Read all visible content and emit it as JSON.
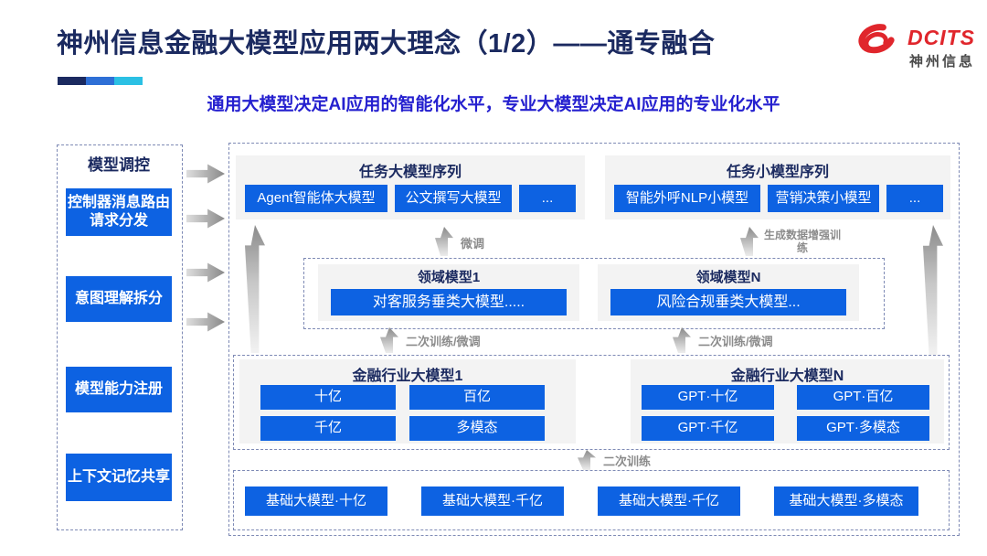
{
  "header": {
    "title": "神州信息金融大模型应用两大理念（1/2）——通专融合",
    "subtitle": "通用大模型决定AI应用的智能化水平，专业大模型决定AI应用的专业化水平",
    "logo": {
      "brand": "DCITS",
      "brand_cn": "神州信息"
    }
  },
  "sidebar": {
    "title": "模型调控",
    "items": [
      {
        "label": "控制器消息路由请求分发"
      },
      {
        "label": "意图理解拆分"
      },
      {
        "label": "模型能力注册"
      },
      {
        "label": "上下文记忆共享"
      }
    ]
  },
  "diagram": {
    "task_large": {
      "title": "任务大模型序列",
      "models": [
        "Agent智能体大模型",
        "公文撰写大模型",
        "..."
      ]
    },
    "task_small": {
      "title": "任务小模型序列",
      "models": [
        "智能外呼NLP小模型",
        "营销决策小模型",
        "..."
      ]
    },
    "flow_labels": {
      "finetune": "微调",
      "gen_data_train": "生成数据增强训练",
      "retrain_finetune": "二次训练/微调",
      "retrain": "二次训练"
    },
    "domain1": {
      "title": "领域模型1",
      "models": [
        "对客服务垂类大模型....."
      ]
    },
    "domainN": {
      "title": "领域模型N",
      "models": [
        "风险合规垂类大模型..."
      ]
    },
    "industry1": {
      "title": "金融行业大模型1",
      "models": [
        "十亿",
        "百亿",
        "千亿",
        "多模态"
      ]
    },
    "industryN": {
      "title": "金融行业大模型N",
      "models": [
        "GPT·十亿",
        "GPT·百亿",
        "GPT·千亿",
        "GPT·多模态"
      ]
    },
    "base": {
      "models": [
        "基础大模型·十亿",
        "基础大模型·千亿",
        "基础大模型·千亿",
        "基础大模型·多模态"
      ]
    }
  },
  "colors": {
    "accent_blue": "#0d62e2",
    "heading_navy": "#1b2a60",
    "subtitle_blue": "#2520cf",
    "logo_red": "#e0262c",
    "bar_segments": [
      "#1b2a60",
      "#2e6fd6",
      "#2bc0e4"
    ],
    "group_bg": "#f3f3f3",
    "dashed_border": "#7e8ab5",
    "flow_label_gray": "#8c8c8c"
  }
}
